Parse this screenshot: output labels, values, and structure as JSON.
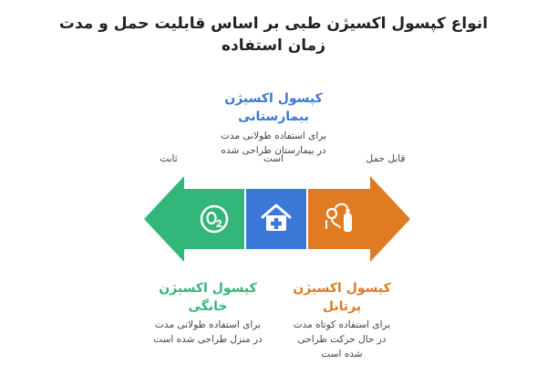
{
  "title": {
    "line1": "انواع کپسول اکسیژن طبی بر اساس قابلیت حمل و مدت",
    "line2": "زمان استفاده"
  },
  "axis": {
    "left_label": "ثابت",
    "middle_label": "است",
    "right_label": "قابل حمل"
  },
  "items": {
    "hospital": {
      "title_line1": "کپسول اکسیژن",
      "title_line2": "بیمارستانی",
      "desc_line1": "برای استفاده طولانی مدت",
      "desc_line2": "در بیمارستان طراحی شده",
      "color": "#3b78d8",
      "icon": "hospital-icon"
    },
    "home": {
      "title_line1": "کپسول اکسیژن",
      "title_line2": "خانگی",
      "desc_line1": "برای استفاده طولانی مدت",
      "desc_line2": "در منزل طراحی شده است",
      "color": "#32b67a",
      "icon": "o2-icon"
    },
    "portable": {
      "title_line1": "کپسول اکسیژن",
      "title_line2": "پرتابل",
      "desc_line1": "برای استفاده کوتاه مدت",
      "desc_line2": "در حال حرکت طراحی",
      "desc_line3": "شده است",
      "color": "#e07b22",
      "icon": "oxygen-tank-icon"
    }
  }
}
